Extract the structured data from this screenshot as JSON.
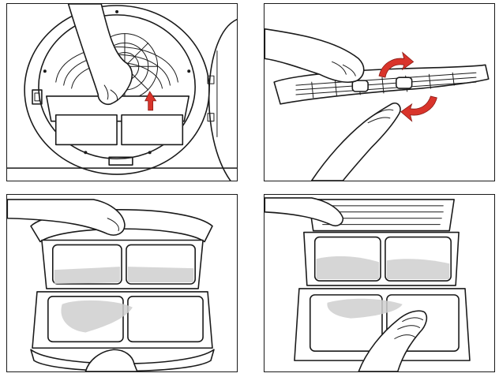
{
  "figure": {
    "panels": [
      {
        "id": "step-1",
        "depicts": "remove-filter-from-dryer-door-opening"
      },
      {
        "id": "step-2",
        "depicts": "separate-inner-and-outer-filter"
      },
      {
        "id": "step-3",
        "depicts": "open-filter-frame"
      },
      {
        "id": "step-4",
        "depicts": "wipe-lint-off-filter-mesh"
      }
    ],
    "colors": {
      "line": "#1a1a1a",
      "arrow": "#d9342b",
      "lint": "#cfcfcf",
      "background": "#ffffff"
    },
    "icons": [
      "hand-icon",
      "arrow-up-icon",
      "rotate-arrow-icon",
      "lint-deposit"
    ]
  }
}
